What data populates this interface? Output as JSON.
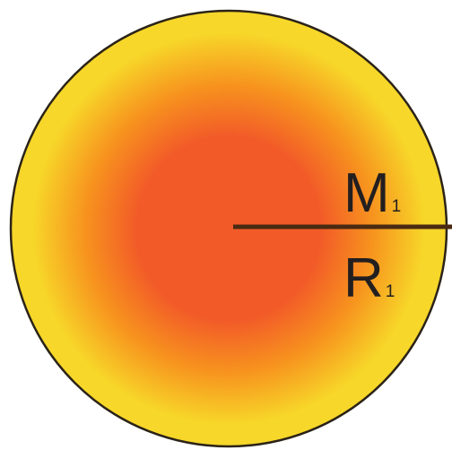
{
  "sphere": {
    "colors": {
      "core": "#f25a28",
      "mid": "#f7931e",
      "edge": "#f7d729",
      "outline": "#2b2318",
      "radius_line": "#4a2a12"
    }
  },
  "labels": {
    "mass": {
      "main": "M",
      "sub": "1"
    },
    "radius": {
      "main": "R",
      "sub": "1"
    }
  }
}
